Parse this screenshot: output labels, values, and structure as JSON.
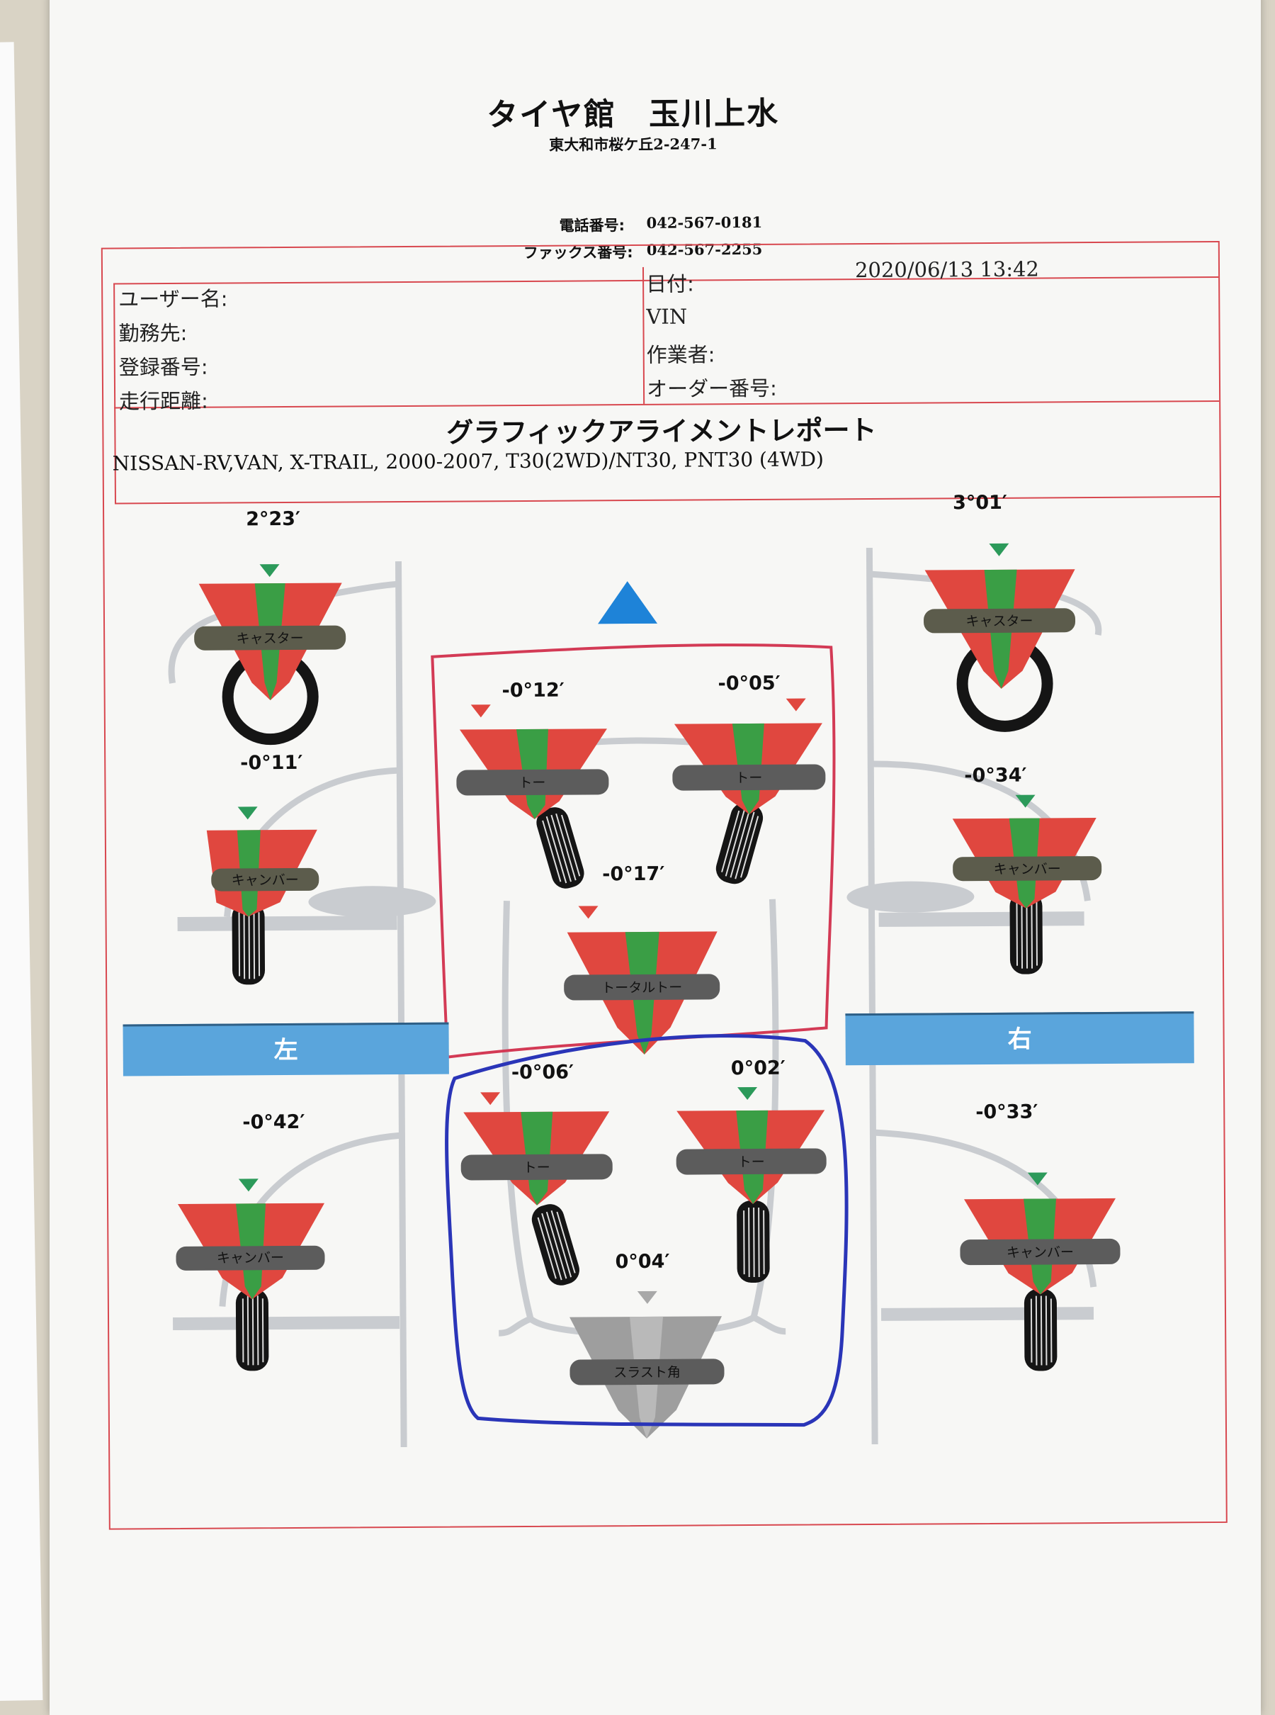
{
  "header": {
    "shop_name": "タイヤ館　玉川上水",
    "address": "東大和市桜ケ丘2-247-1",
    "phone_label": "電話番号:",
    "phone": "042-567-0181",
    "fax_label": "ファックス番号:",
    "fax": "042-567-2255"
  },
  "fields": {
    "user_name": "ユーザー名:",
    "workplace": "勤務先:",
    "registration": "登録番号:",
    "mileage": "走行距離:",
    "date_label": "日付:",
    "date_value": "2020/06/13 13:42",
    "vin": "VIN",
    "operator": "作業者:",
    "order_number": "オーダー番号:"
  },
  "report": {
    "title": "グラフィックアライメントレポート",
    "vehicle": "NISSAN-RV,VAN, X-TRAIL, 2000-2007, T30(2WD)/NT30, PNT30 (4WD)"
  },
  "sides": {
    "left": "左",
    "right": "右"
  },
  "gauges": {
    "front_left_caster": {
      "label": "キャスター",
      "value": "2°23′"
    },
    "front_right_caster": {
      "label": "キャスター",
      "value": "3°01′"
    },
    "front_left_camber": {
      "label": "キャンバー",
      "value": "-0°11′"
    },
    "front_right_camber": {
      "label": "キャンバー",
      "value": "-0°34′"
    },
    "front_left_toe": {
      "label": "トー",
      "value": "-0°12′"
    },
    "front_right_toe": {
      "label": "トー",
      "value": "-0°05′"
    },
    "front_total_toe": {
      "label": "トータルトー",
      "value": "-0°17′"
    },
    "rear_left_toe": {
      "label": "トー",
      "value": "-0°06′"
    },
    "rear_right_toe": {
      "label": "トー",
      "value": "0°02′"
    },
    "thrust_angle": {
      "label": "スラスト角",
      "value": "0°04′"
    },
    "rear_left_camber": {
      "label": "キャンバー",
      "value": "-0°42′"
    },
    "rear_right_camber": {
      "label": "キャンバー",
      "value": "-0°33′"
    }
  },
  "colors": {
    "gauge_red": "#e0473f",
    "gauge_green": "#3a9e45",
    "border_red": "#d8484f",
    "marker_red": "#e0473f",
    "marker_green": "#2c9a5a",
    "direction_blue": "#1e83d8",
    "side_band": "#5aa5dc",
    "pen_red": "#d33a55",
    "pen_blue": "#2a35b8"
  }
}
